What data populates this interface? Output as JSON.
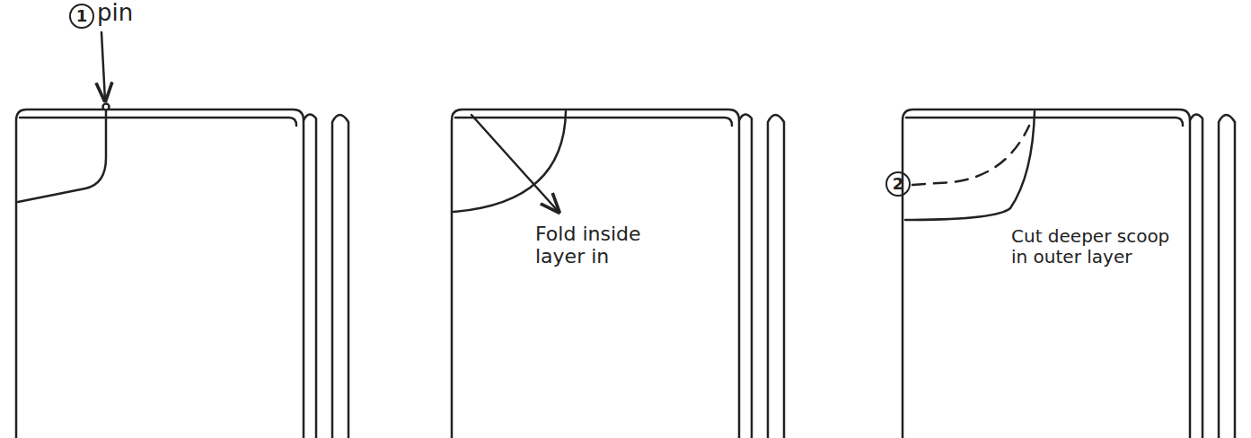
{
  "diagram": {
    "labels": [
      "1",
      "pin",
      "Fold inside layer in",
      "2",
      "Cut deeper scoop in outer layer"
    ]
  }
}
